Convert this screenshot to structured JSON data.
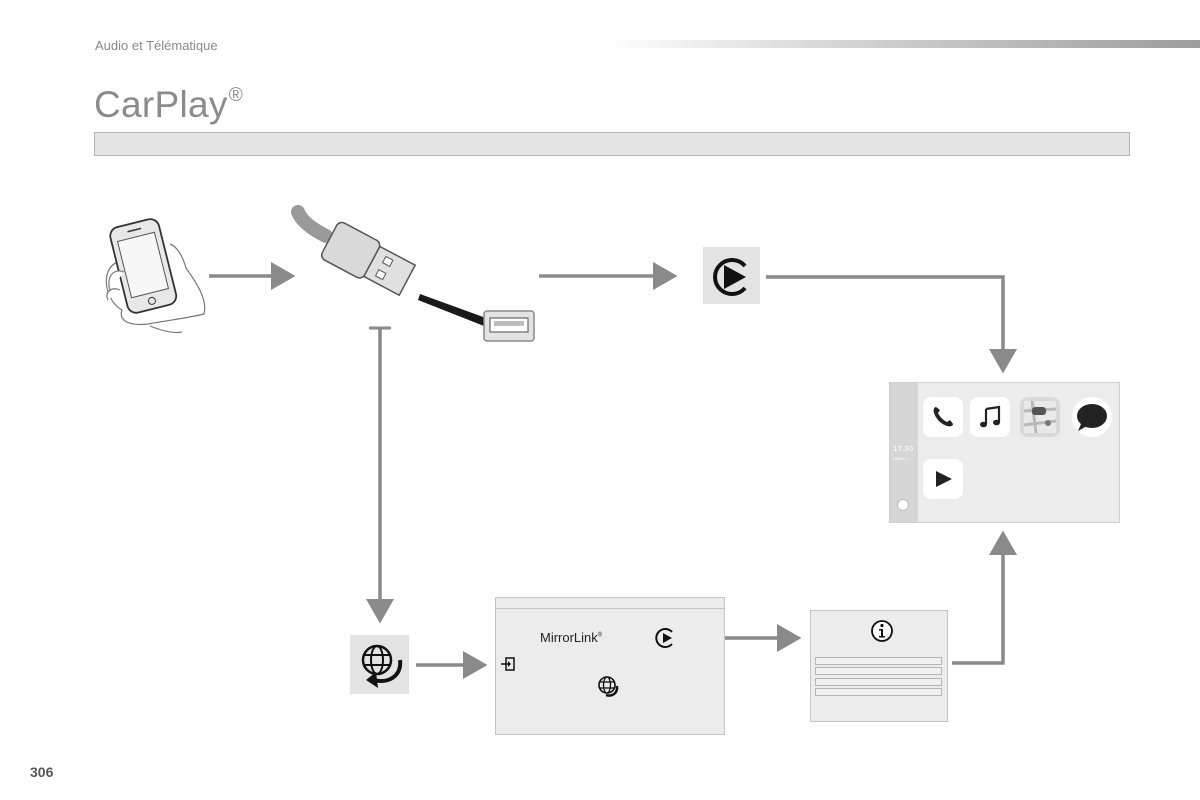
{
  "header": {
    "section_label": "Audio et Télématique",
    "title": "CarPlay",
    "title_mark": "®"
  },
  "footer": {
    "page_number": "306"
  },
  "diagram": {
    "carplay_screen": {
      "clock": "17:30",
      "apps": [
        "phone-icon",
        "music-icon",
        "maps-icon",
        "messages-icon",
        "play-icon"
      ]
    },
    "mirror_screen": {
      "brand_label": "MirrorLink",
      "brand_mark": "®"
    },
    "icons": [
      "smartphone-icon",
      "usb-plug-icon",
      "usb-port-icon",
      "carplay-play-icon",
      "connectivity-globe-icon",
      "info-icon"
    ],
    "colors": {
      "arrow": "#8a8a8a",
      "screen_bg": "#ececec",
      "tile_bg": "#e3e3e3"
    }
  }
}
